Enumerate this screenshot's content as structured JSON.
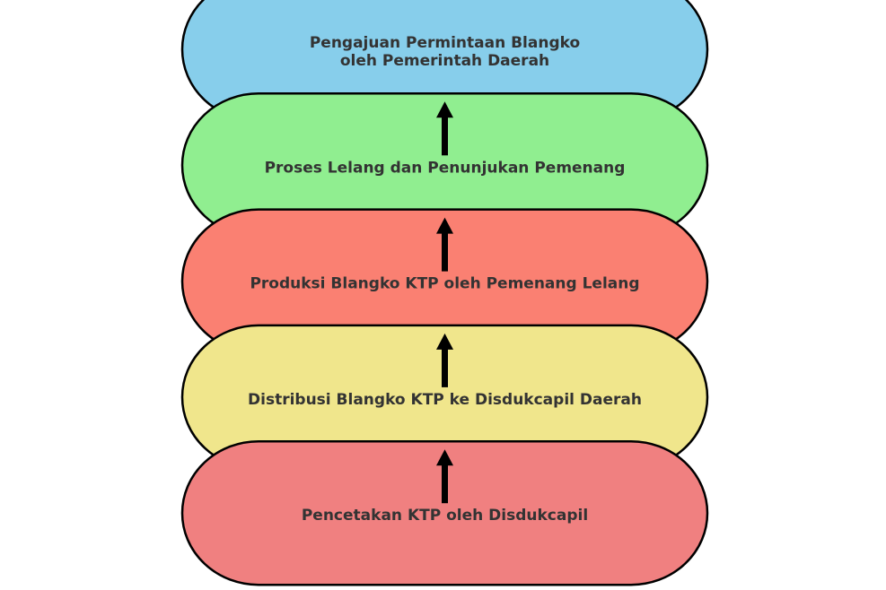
{
  "diagram": {
    "type": "flowchart",
    "direction": "bottom-to-top",
    "steps": [
      {
        "id": "step-1",
        "label": [
          "Pengajuan Permintaan Blangko",
          "oleh Pemerintah Daerah"
        ],
        "color": "#87CEEB"
      },
      {
        "id": "step-2",
        "label": [
          "Proses Lelang dan Penunjukan Pemenang"
        ],
        "color": "#90EE90"
      },
      {
        "id": "step-3",
        "label": [
          "Produksi Blangko KTP oleh Pemenang Lelang"
        ],
        "color": "#FA8072"
      },
      {
        "id": "step-4",
        "label": [
          "Distribusi Blangko KTP ke Disdukcapil Daerah"
        ],
        "color": "#F0E68C"
      },
      {
        "id": "step-5",
        "label": [
          "Pencetakan KTP oleh Disdukcapil"
        ],
        "color": "#F08080"
      }
    ],
    "arrow_color": "#000000",
    "text_color": "#333333",
    "border_color": "#000000"
  }
}
